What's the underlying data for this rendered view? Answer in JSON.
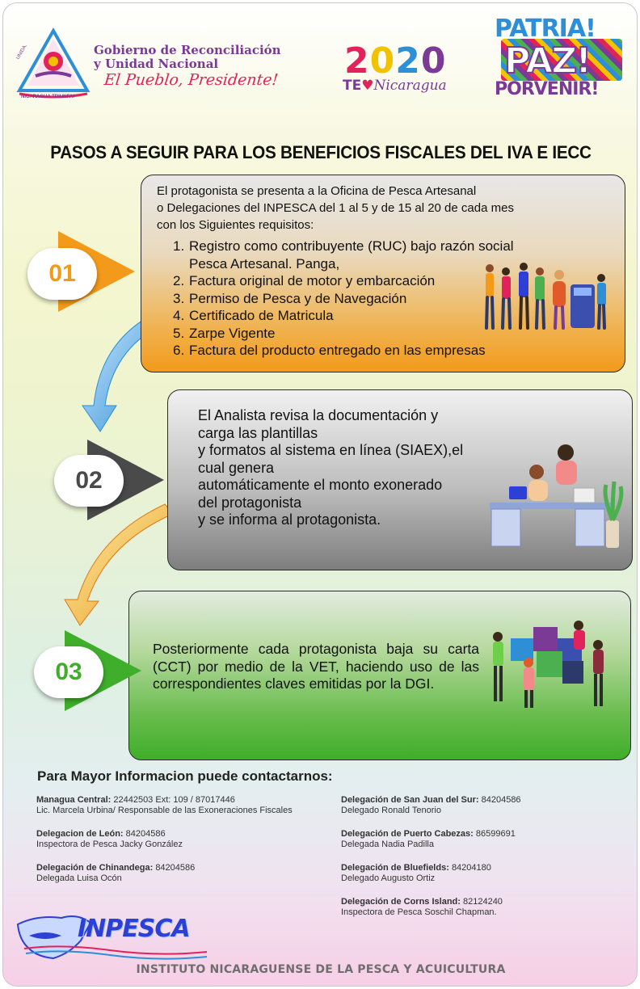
{
  "header": {
    "gov_line1": "Gobierno de Reconciliación",
    "gov_line2": "y Unidad Nacional",
    "gov_slogan": "El Pueblo, Presidente!",
    "gov_logo_text": "NICARAGUA TRIUNFA!",
    "gov_logo_side": "UNIDA,",
    "year_digits": [
      "2",
      "0",
      "2",
      "0"
    ],
    "year_colors": [
      "#e0235a",
      "#f2c200",
      "#2e8fd6",
      "#7a3a96"
    ],
    "te_text": "TE",
    "nica_text": "Nicaragua",
    "patria": "PATRIA!",
    "paz": "PAZ!",
    "porvenir": "PORVENIR!"
  },
  "title": "PASOS A SEGUIR PARA LOS BENEFICIOS FISCALES DEL IVA E IECC",
  "steps": [
    {
      "number": "01",
      "intro": [
        "El protagonista se presenta a la Oficina de Pesca Artesanal",
        "o Delegaciones del INPESCA del 1 al 5 y de 15 al 20 de cada mes",
        "con los Siguientes requisitos:"
      ],
      "requirements": [
        {
          "n": "1.",
          "text": "Registro como contribuyente (RUC) bajo razón social",
          "cont": "Pesca Artesanal. Panga,"
        },
        {
          "n": "2.",
          "text": "Factura original de motor y embarcación"
        },
        {
          "n": "3.",
          "text": "Permiso de Pesca y de Navegación"
        },
        {
          "n": "4.",
          "text": "Certificado de Matricula"
        },
        {
          "n": "5.",
          "text": "Zarpe Vigente"
        },
        {
          "n": "6.",
          "text": "Factura del producto entregado en las empresas"
        }
      ]
    },
    {
      "number": "02",
      "lines": [
        "El Analista revisa la documentación y",
        "carga las plantillas",
        "y formatos al sistema en línea (SIAEX),el",
        "cual genera",
        "automáticamente el monto exonerado",
        "del protagonista",
        "y se informa al protagonista."
      ]
    },
    {
      "number": "03",
      "text": "Posteriormente cada protagonista baja su carta (CCT) por medio de la VET, haciendo uso de las correspondientes claves emitidas por la DGI."
    }
  ],
  "contact": {
    "title": "Para Mayor Informacion puede contactarnos:",
    "left": [
      {
        "head": "Managua Central:",
        "phone": "22442503 Ext: 109 / 87017446",
        "person": "Lic. Marcela Urbina/ Responsable de las Exoneraciones Fiscales"
      },
      {
        "head": "Delegacion de León:",
        "phone": "84204586",
        "person": "Inspectora de Pesca Jacky González"
      },
      {
        "head": "Delegación de Chinandega:",
        "phone": "84204586",
        "person": "Delegada Luisa Ocón"
      }
    ],
    "right": [
      {
        "head": "Delegación de San Juan del Sur:",
        "phone": "84204586",
        "person": "Delegado Ronald Tenorio"
      },
      {
        "head": "Delegación de Puerto Cabezas:",
        "phone": "86599691",
        "person": "Delegada Nadia Padilla"
      },
      {
        "head": "Delegación de Bluefields:",
        "phone": "84204180",
        "person": "Delegado Augusto Ortiz"
      },
      {
        "head": "Delegación de Corns Island:",
        "phone": "82124240",
        "person": "Inspectora de Pesca Soschil Chapman."
      }
    ]
  },
  "logo": "INPESCA",
  "footer": "INSTITUTO NICARAGUENSE DE LA PESCA Y  ACUICULTURA"
}
